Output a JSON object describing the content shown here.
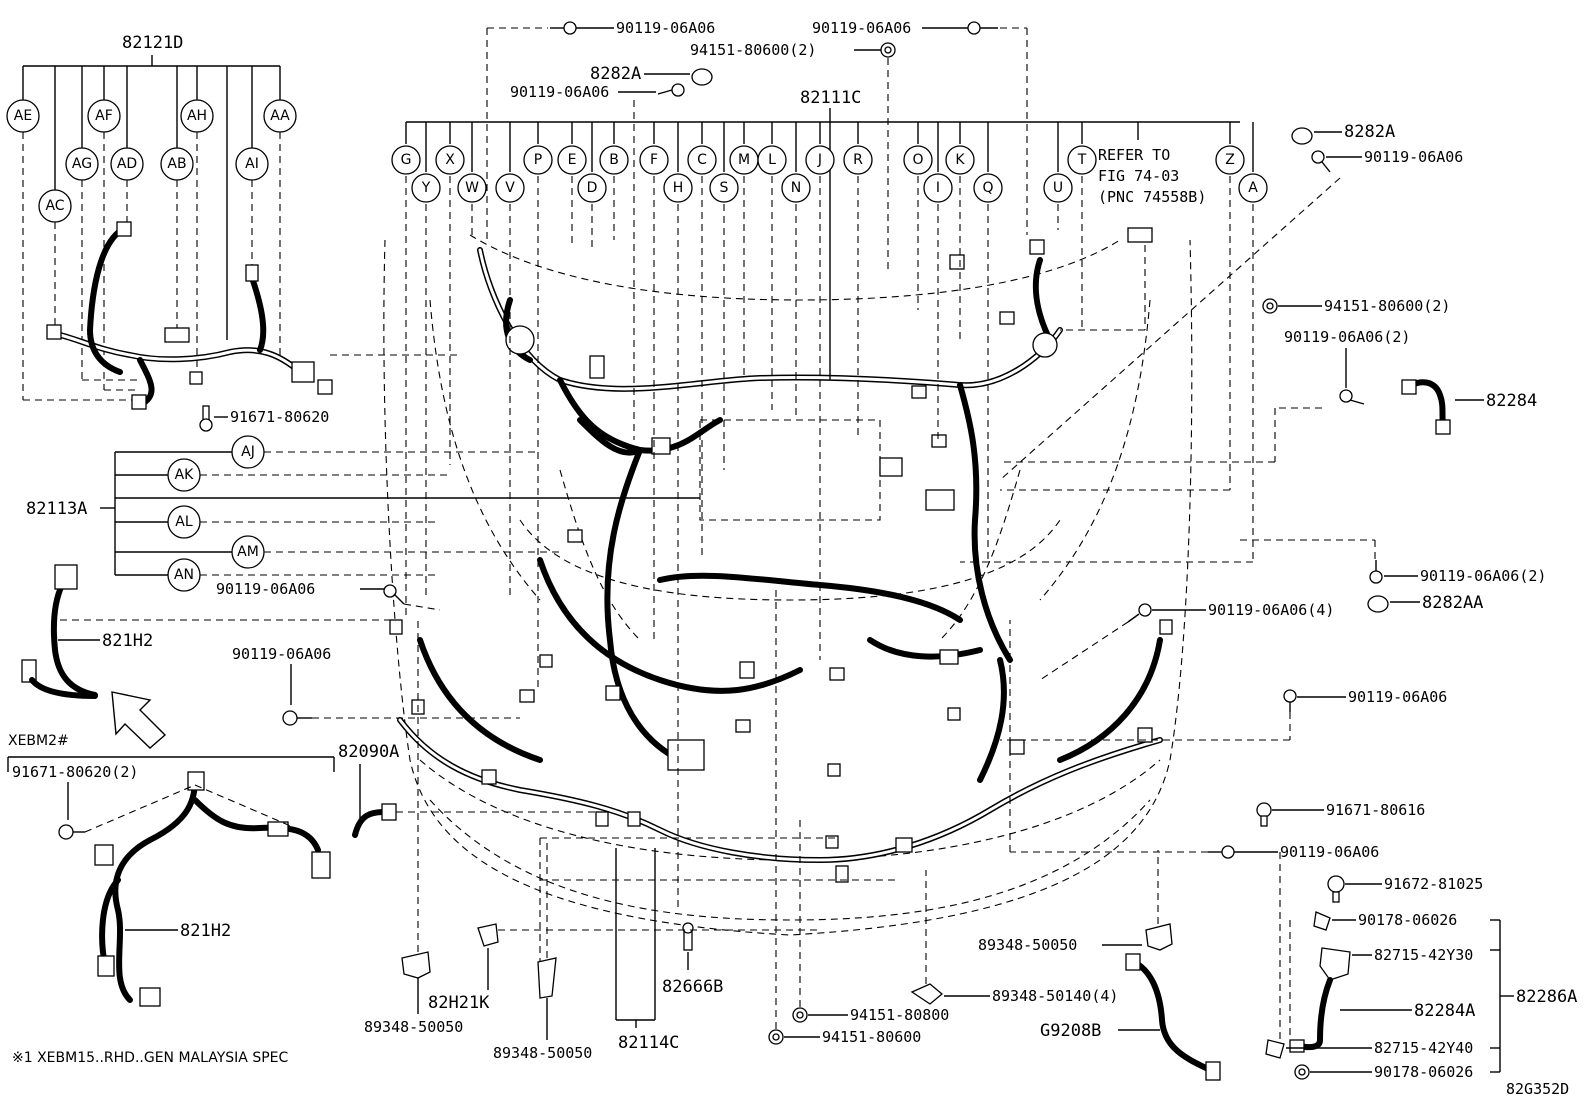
{
  "diagram": {
    "drawing_code": "82G352D",
    "footnote": "※1 XEBM15..RHD..GEN MALAYSIA SPEC",
    "variant_label": "XEBM2#",
    "refer_note": [
      "REFER TO",
      "FIG 74-03",
      "(PNC 74558B)"
    ],
    "groups": {
      "g82121D": {
        "label": "82121D",
        "circles": [
          "AE",
          "AF",
          "AH",
          "AA",
          "AG",
          "AD",
          "AB",
          "AI",
          "AC"
        ]
      },
      "g82111C": {
        "label": "82111C",
        "circles": [
          "G",
          "X",
          "P",
          "E",
          "B",
          "F",
          "C",
          "M",
          "L",
          "J",
          "R",
          "O",
          "K",
          "T",
          "Z",
          "Y",
          "W",
          "V",
          "D",
          "H",
          "S",
          "N",
          "I",
          "Q",
          "U",
          "A"
        ]
      },
      "g82113A": {
        "label": "82113A",
        "circles": [
          "AJ",
          "AK",
          "AL",
          "AM",
          "AN"
        ]
      }
    },
    "parts": {
      "p01": "90119-06A06",
      "p02": "90119-06A06",
      "p03": "94151-80600(2)",
      "p04": "8282A",
      "p05": "90119-06A06",
      "p06": "8282A",
      "p07": "90119-06A06",
      "p08": "94151-80600(2)",
      "p09": "90119-06A06(2)",
      "p10": "82284",
      "p11": "91671-80620",
      "p12": "90119-06A06(2)",
      "p13": "8282AA",
      "p14": "90119-06A06",
      "p15": "90119-06A06(4)",
      "p16": "821H2",
      "p17": "90119-06A06",
      "p18": "90119-06A06",
      "p19": "91671-80620(2)",
      "p20": "82090A",
      "p21": "91671-80616",
      "p22": "90119-06A06",
      "p23": "821H2",
      "p24": "91672-81025",
      "p25": "90178-06026",
      "p26": "82715-42Y30",
      "p27": "82286A",
      "p28": "82284A",
      "p29": "82715-42Y40",
      "p30": "90178-06026",
      "p31": "89348-50050",
      "p32": "89348-50140(4)",
      "p33": "G9208B",
      "p34": "94151-80800",
      "p35": "94151-80600",
      "p36": "82666B",
      "p37": "82114C",
      "p38": "82H21K",
      "p39": "89348-50050",
      "p40": "89348-50050"
    }
  }
}
